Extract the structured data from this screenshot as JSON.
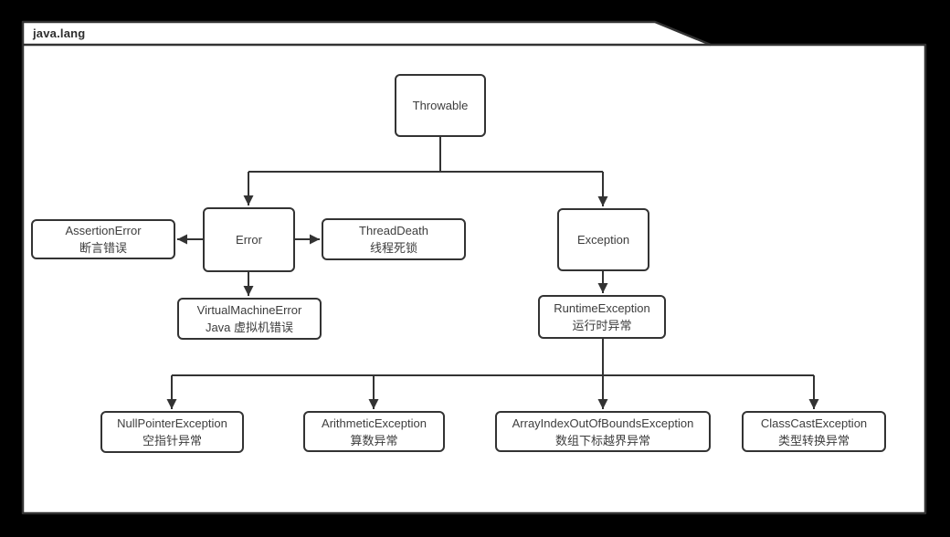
{
  "colors": {
    "page_background": "#000000",
    "panel_background": "#ffffff",
    "stroke": "#333333",
    "text": "#3d3d3d"
  },
  "package": {
    "label": "java.lang"
  },
  "nodes": {
    "throwable": {
      "label": "Throwable"
    },
    "error": {
      "label": "Error"
    },
    "assertion_error": {
      "label": "AssertionError",
      "sublabel": "断言错误"
    },
    "thread_death": {
      "label": "ThreadDeath",
      "sublabel": "线程死锁"
    },
    "virtual_machine_error": {
      "label": "VirtualMachineError",
      "sublabel": "Java 虚拟机错误"
    },
    "exception": {
      "label": "Exception"
    },
    "runtime_exception": {
      "label": "RuntimeException",
      "sublabel": "运行时异常"
    },
    "null_pointer_exception": {
      "label": "NullPointerException",
      "sublabel": "空指针异常"
    },
    "arithmetic_exception": {
      "label": "ArithmeticException",
      "sublabel": "算数异常"
    },
    "array_index_out_of_bounds_exception": {
      "label": "ArrayIndexOutOfBoundsException",
      "sublabel": "数组下标越界异常"
    },
    "class_cast_exception": {
      "label": "ClassCastException",
      "sublabel": "类型转换异常"
    }
  },
  "edges": [
    {
      "from": "Throwable",
      "to": "Error"
    },
    {
      "from": "Throwable",
      "to": "Exception"
    },
    {
      "from": "Error",
      "to": "AssertionError"
    },
    {
      "from": "Error",
      "to": "ThreadDeath"
    },
    {
      "from": "Error",
      "to": "VirtualMachineError"
    },
    {
      "from": "Exception",
      "to": "RuntimeException"
    },
    {
      "from": "RuntimeException",
      "to": "NullPointerException"
    },
    {
      "from": "RuntimeException",
      "to": "ArithmeticException"
    },
    {
      "from": "RuntimeException",
      "to": "ArrayIndexOutOfBoundsException"
    },
    {
      "from": "RuntimeException",
      "to": "ClassCastException"
    }
  ]
}
